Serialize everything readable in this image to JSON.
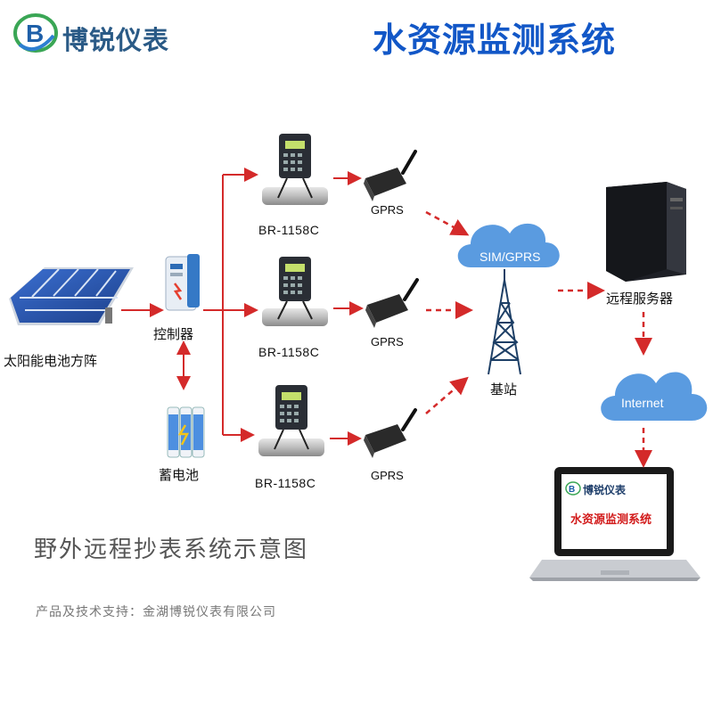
{
  "header": {
    "brand": "博锐仪表",
    "system_title": "水资源监测系统"
  },
  "nodes": {
    "solar_panel": "太阳能电池方阵",
    "controller": "控制器",
    "battery": "蓄电池",
    "flowmeter_model": "BR-1158C",
    "gprs": "GPRS",
    "sim_cloud": "SIM/GPRS",
    "base_station": "基站",
    "server": "远程服务器",
    "internet_cloud": "Internet"
  },
  "laptop": {
    "brand": "博锐仪表",
    "title": "水资源监测系统"
  },
  "footer": {
    "caption": "野外远程抄表系统示意图",
    "support": "产品及技术支持：金湖博锐仪表有限公司"
  },
  "colors": {
    "arrow": "#d42a2a",
    "cloud": "#5a9be0",
    "title_blue": "#1257c7",
    "brand_blue": "#2a5a86"
  }
}
